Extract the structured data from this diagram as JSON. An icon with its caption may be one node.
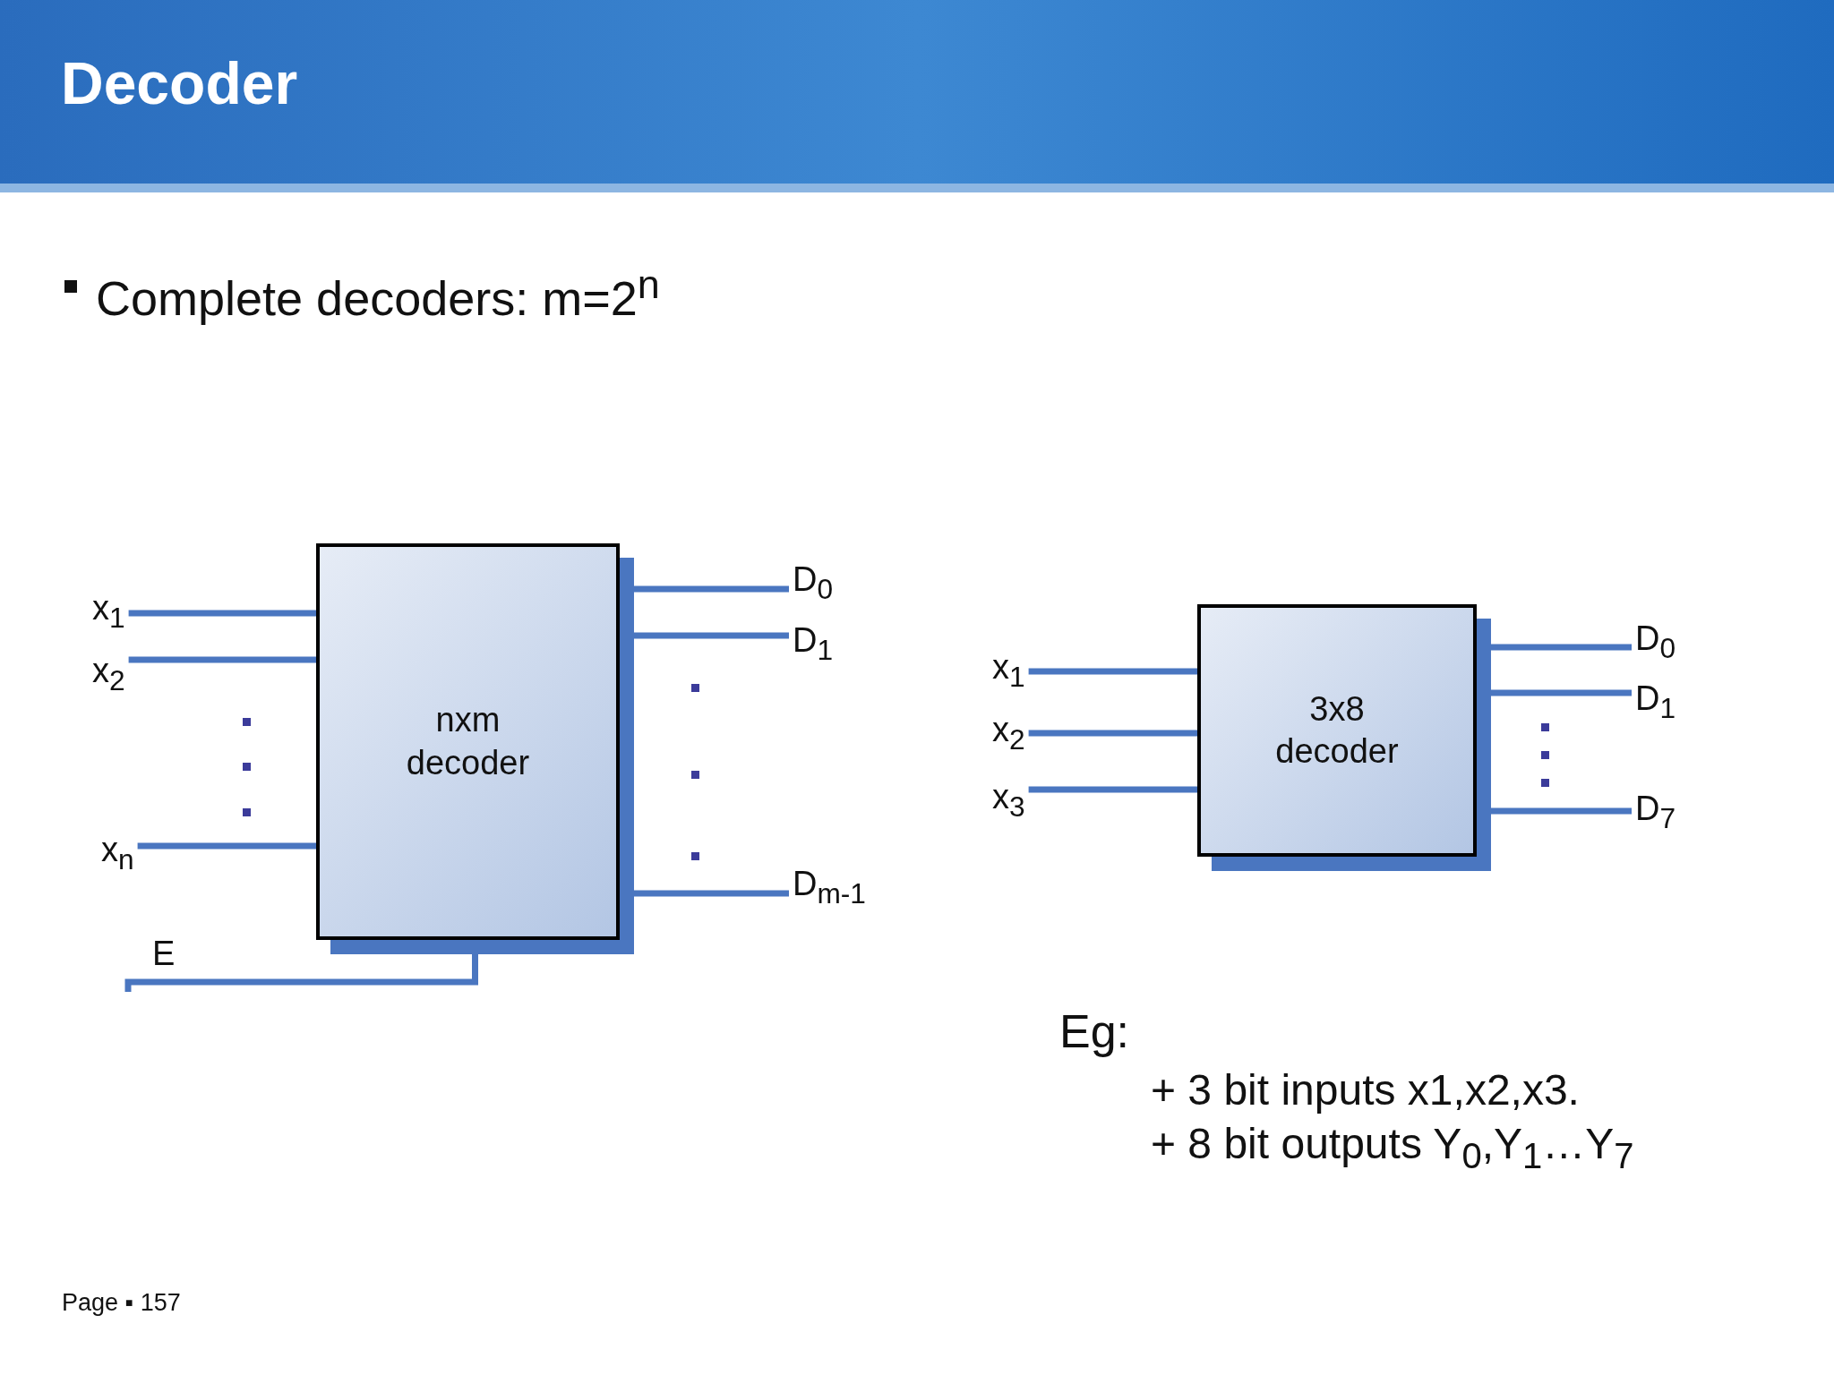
{
  "diagram": {
    "title": "Decoder",
    "nodes": [
      {
        "text": [
          "nxm decoder"
        ]
      },
      {
        "text": [
          "x$_{1}$"
        ]
      },
      {
        "text": [
          "x$_{2}$"
        ]
      },
      {
        "text": [
          "x$_{n}$"
        ]
      },
      {
        "text": [
          "D$_{0}$"
        ]
      },
      {
        "text": [
          "D$_{1}$"
        ]
      },
      {
        "text": [
          "D$_{m-1}$"
        ]
      },
      {
        "text": [
          "3x8 decoder"
        ]
      },
      {
        "text": [
          "x$_{1}$"
        ]
      },
      {
        "text": [
          "x$_{2}$"
        ]
      },
      {
        "text": [
          "x$_{3}$"
        ]
      },
      {
        "text": [
          "D$_{0}$"
        ]
      },
      {
        "text": [
          "D$_{1}$"
        ]
      },
      {
        "text": [
          "D$_{7}$"
        ]
      }
    ],
    "edges": [
      {
        "from": 1,
        "to": 0,
        "arrow": "none"
      },
      {
        "from": 2,
        "to": 0,
        "arrow": "none"
      },
      {
        "from": 3,
        "to": 0,
        "arrow": "none"
      },
      {
        "from": null,
        "to": 0,
        "arrow": "other"
      },
      {
        "from": 0,
        "to": 4,
        "arrow": "none"
      },
      {
        "from": 0,
        "to": 5,
        "arrow": "none"
      },
      {
        "from": 0,
        "to": 6,
        "arrow": "none"
      },
      {
        "from": 8,
        "to": 7,
        "arrow": "none"
      },
      {
        "from": 9,
        "to": 7,
        "arrow": "none"
      },
      {
        "from": 10,
        "to": 7,
        "arrow": "none"
      },
      {
        "from": 7,
        "to": 11,
        "arrow": "none"
      },
      {
        "from": 7,
        "to": 12,
        "arrow": "none"
      },
      {
        "from": 7,
        "to": 13,
        "arrow": "none"
      }
    ],
    "labels": [
      "Complete decoders: m=2$^{n}$",
      "E",
      "Eg:",
      "+ 3 bit inputs x1,x2,x3.",
      "+ 8 bit outputs Y$_{0}$,Y$_{1}$…Y$_{7}$",
      "Page ▪ 157"
    ]
  }
}
